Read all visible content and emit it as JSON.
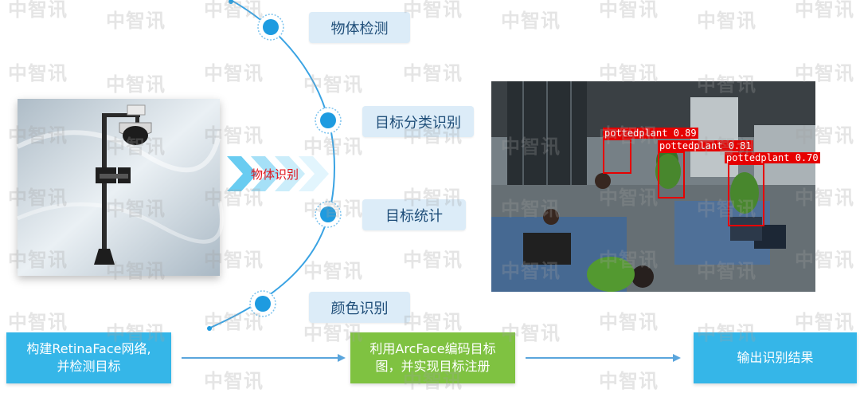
{
  "watermark": "中智讯",
  "features": {
    "object_detection": "物体检测",
    "classification": "目标分类识别",
    "statistics": "目标统计",
    "color_recognition": "颜色识别"
  },
  "center_label": "物体识别",
  "detections": [
    {
      "label": "pottedplant 0.89"
    },
    {
      "label": "pottedplant 0.81"
    },
    {
      "label": "pottedplant 0.70"
    }
  ],
  "flow": {
    "step1_line1": "构建RetinaFace网络,",
    "step1_line2": "并检测目标",
    "step2_line1": "利用ArcFace编码目标",
    "step2_line2": "图，并实现目标注册",
    "step3": "输出识别结果"
  },
  "colors": {
    "accent_blue": "#3aa3e3",
    "step1": "#35b6e8",
    "step2": "#7fc241",
    "step3": "#35b6e8",
    "detection_red": "#e60000"
  }
}
